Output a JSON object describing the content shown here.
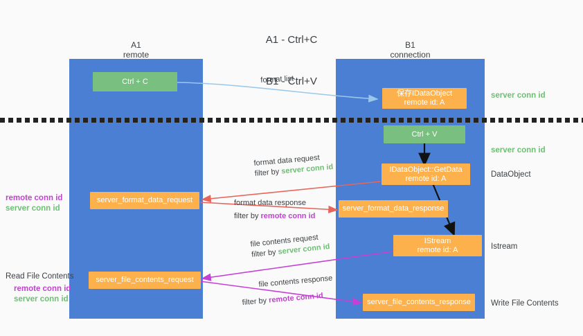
{
  "title": {
    "line1": "A1 - Ctrl+C",
    "line2": "B1 - Ctrl+V"
  },
  "columns": [
    {
      "name": "A1",
      "sub": "remote"
    },
    {
      "name": "B1",
      "sub": "connection"
    }
  ],
  "boxes": {
    "ctrl_c": {
      "line1": "Ctrl + C"
    },
    "save_idataobject": {
      "line1": "保存IDataObject",
      "line2": "remote id: A"
    },
    "ctrl_v": {
      "line1": "Ctrl + V"
    },
    "getdata": {
      "line1": "IDataObject::GetData",
      "line2": "remote id: A"
    },
    "format_data_request": {
      "line1": "server_format_data_request"
    },
    "format_data_response": {
      "line1": "server_format_data_response"
    },
    "istream": {
      "line1": "IStream",
      "line2": "remote id: A"
    },
    "file_contents_request": {
      "line1": "server_file_contents_request"
    },
    "file_contents_response": {
      "line1": "server_file_contents_response"
    }
  },
  "right_labels": {
    "server_conn_id_top": "server conn id",
    "server_conn_id_mid": "server conn id",
    "dataobject": "DataObject",
    "istream": "Istream",
    "write_file_contents": "Write File Contents"
  },
  "left_labels": {
    "read_file_contents": "Read File Contents",
    "remote_conn_id_1": "remote conn id",
    "server_conn_id_1": "server conn id",
    "remote_conn_id_2": "remote conn id",
    "server_conn_id_2": "server conn id"
  },
  "edges": {
    "format_list": {
      "label": "format list"
    },
    "format_data_request": {
      "line1": "format data request",
      "line2_prefix": "filter by ",
      "line2_key": "server conn id"
    },
    "format_data_response": {
      "line1": "format data response",
      "line2_prefix": "filter by ",
      "line2_key": "remote conn id"
    },
    "file_contents_request": {
      "line1": "file contents request",
      "line2_prefix": "filter by ",
      "line2_key": "server conn id"
    },
    "file_contents_response": {
      "line1": "file contents response",
      "line2_prefix": "filter by ",
      "line2_key": "remote conn id"
    }
  },
  "colors": {
    "lane": "#4a7fd4",
    "green_box": "#79c080",
    "orange_box": "#fcb14d",
    "green_text": "#6dbf73",
    "purple_text": "#c242d0",
    "red_arrow": "#e8655a",
    "magenta_arrow": "#c63fd6",
    "blue_arrow": "#9ac8ea",
    "black_arrow": "#000000",
    "background": "#fafafa"
  }
}
